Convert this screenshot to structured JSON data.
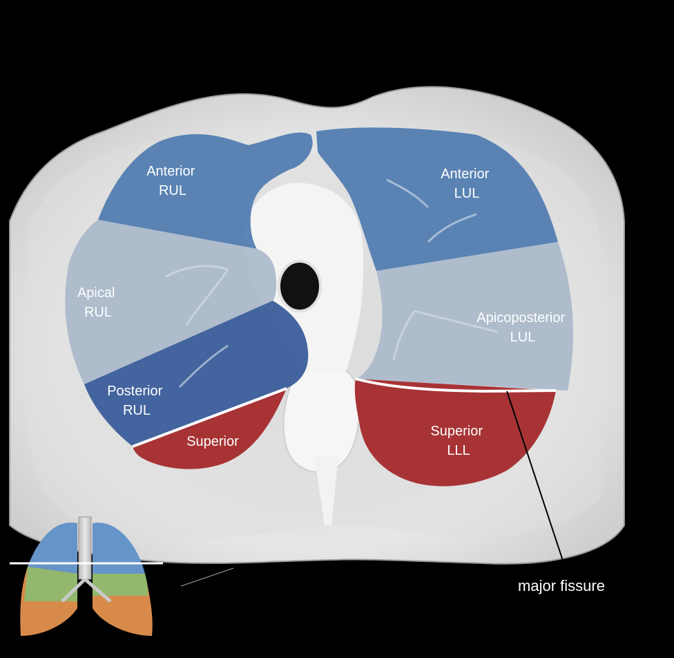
{
  "labels": {
    "anterior_rul": [
      "Anterior",
      "RUL"
    ],
    "apical_rul": [
      "Apical",
      "RUL"
    ],
    "posterior_rul": [
      "Posterior",
      "RUL"
    ],
    "superior_rll": [
      "Superior"
    ],
    "anterior_lul": [
      "Anterior",
      "LUL"
    ],
    "apicoposterior_lul": [
      "Apicoposterior",
      "LUL"
    ],
    "superior_lll": [
      "Superior",
      "LLL"
    ],
    "major_fissure": "major fissure"
  },
  "colors": {
    "background": "#000000",
    "soft_tissue": "#e9e9e9",
    "lung_field": "#b8bec4",
    "anterior_segment": "#4e7bb0",
    "apical_segment": "#a9b9ca",
    "posterior_segment": "#3a5d9a",
    "superior_segment": "#a3292b",
    "airway": "#111111",
    "fissure_line": "#ffffff",
    "inset_blue": "#5f95cf",
    "inset_green": "#8dba6e",
    "inset_orange": "#d88a4a"
  }
}
